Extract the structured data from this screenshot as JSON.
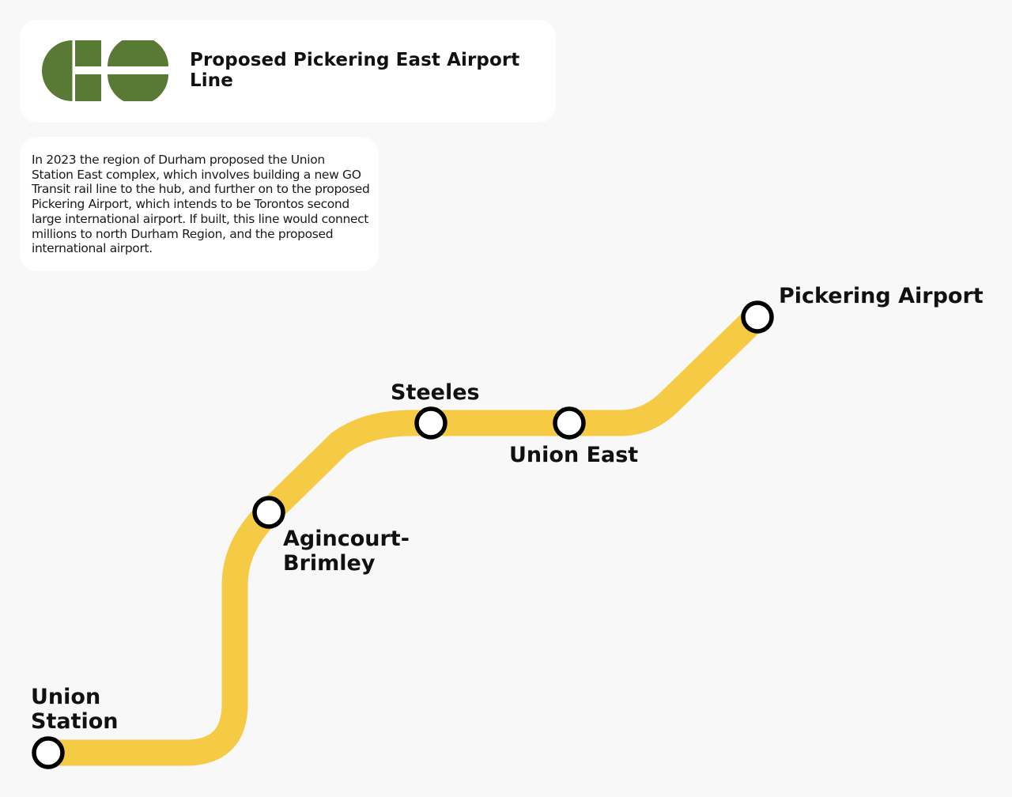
{
  "header": {
    "logo": {
      "icon": "go-transit-logo-icon",
      "text": "GO",
      "color": "#587a35"
    },
    "title": "Proposed Pickering East Airport Line"
  },
  "description": "In 2023 the region of Durham proposed the Union Station East complex, which involves building a new GO Transit rail line to the hub, and further on to the proposed Pickering Airport, which intends to be Torontos second large international airport. If built, this line would connect millions to north Durham Region, and the proposed international airport.",
  "line": {
    "color": "#f5cb45",
    "station_marker_fill": "#ffffff",
    "station_marker_stroke": "#000000"
  },
  "stations": [
    {
      "name": "Union\nStation"
    },
    {
      "name": "Agincourt-\nBrimley"
    },
    {
      "name": "Steeles"
    },
    {
      "name": "Union East"
    },
    {
      "name": "Pickering Airport"
    }
  ]
}
